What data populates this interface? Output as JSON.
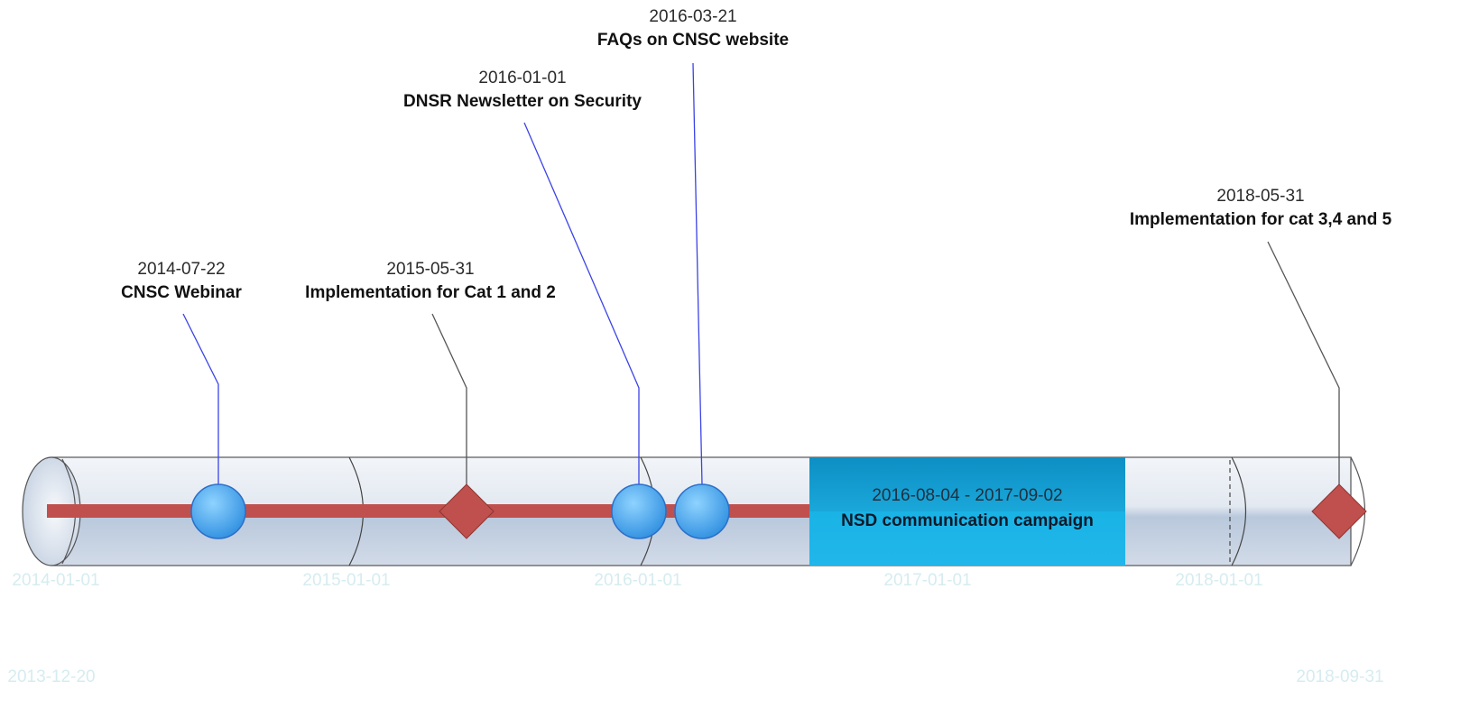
{
  "events": [
    {
      "date": "2014-07-22",
      "name": "CNSC Webinar",
      "marker": "circle",
      "line_color": "#3b43e6"
    },
    {
      "date": "2015-05-31",
      "name": "Implementation for Cat 1 and 2",
      "marker": "diamond",
      "line_color": "#555555"
    },
    {
      "date": "2016-01-01",
      "name": "DNSR Newsletter on Security",
      "marker": "circle",
      "line_color": "#3b43e6"
    },
    {
      "date": "2016-03-21",
      "name": "FAQs on CNSC website",
      "marker": "circle",
      "line_color": "#3b43e6"
    },
    {
      "date": "2018-05-31",
      "name": "Implementation for cat 3,4 and 5",
      "marker": "diamond",
      "line_color": "#555555"
    }
  ],
  "interval": {
    "dates": "2016-08-04 - 2017-09-02",
    "name": "NSD communication campaign"
  },
  "axis_ticks": [
    "2014-01-01",
    "2015-01-01",
    "2016-01-01",
    "2017-01-01",
    "2018-01-01"
  ],
  "range": {
    "start": "2013-12-20",
    "end": "2018-09-31"
  },
  "colors": {
    "progress_bar": "#c0504d",
    "circle_marker": "#3fa9f5",
    "diamond_marker": "#c0504d",
    "interval_fill": "#1aa7d9",
    "tube": "#dde4ee",
    "tick_text": "#d6ecf0"
  }
}
